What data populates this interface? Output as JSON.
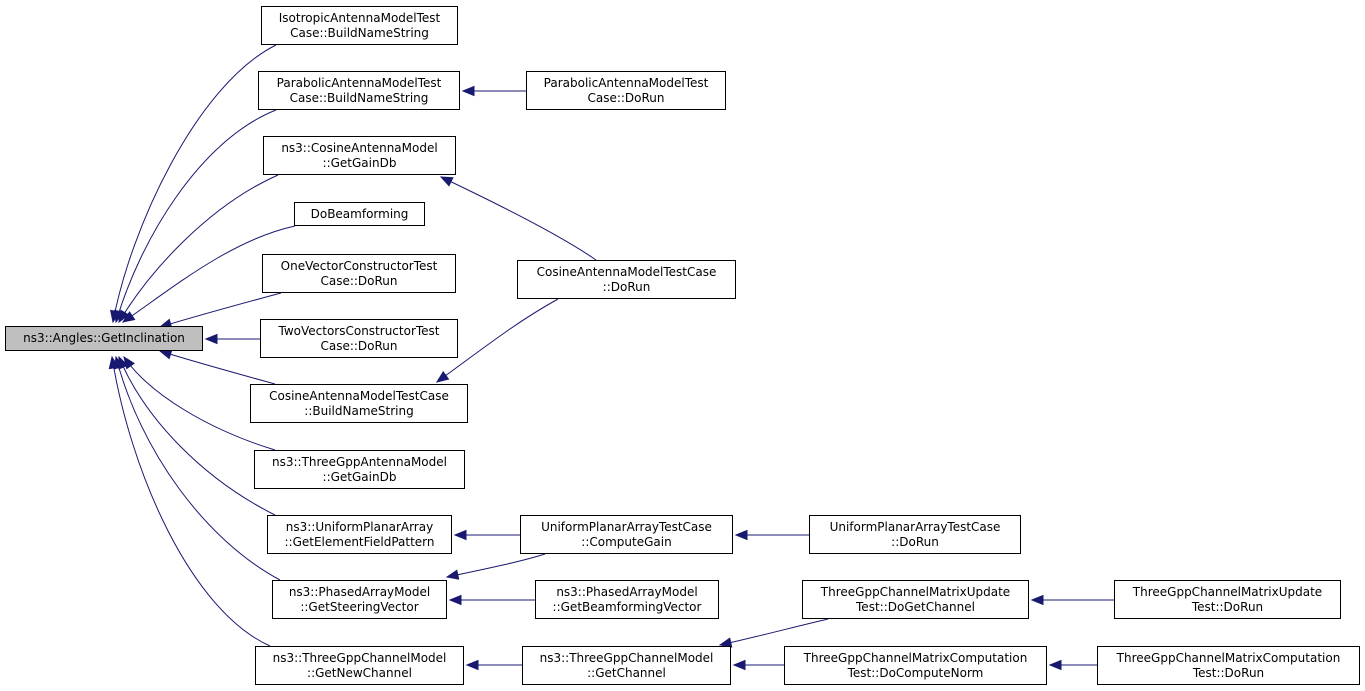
{
  "colors": {
    "edge": "#191970",
    "root_fill": "#bfbfbf",
    "node_border": "#000000"
  },
  "nodes": {
    "root": [
      "ns3::Angles::GetInclination"
    ],
    "iso_build": [
      "IsotropicAntennaModelTest",
      "Case::BuildNameString"
    ],
    "para_build": [
      "ParabolicAntennaModelTest",
      "Case::BuildNameString"
    ],
    "para_dorun": [
      "ParabolicAntennaModelTest",
      "Case::DoRun"
    ],
    "cos_gain": [
      "ns3::CosineAntennaModel",
      "::GetGainDb"
    ],
    "dobeam": [
      "DoBeamforming"
    ],
    "onevec": [
      "OneVectorConstructorTest",
      "Case::DoRun"
    ],
    "cos_dorun": [
      "CosineAntennaModelTestCase",
      "::DoRun"
    ],
    "twovec": [
      "TwoVectorsConstructorTest",
      "Case::DoRun"
    ],
    "cos_build": [
      "CosineAntennaModelTestCase",
      "::BuildNameString"
    ],
    "tgpp_gain": [
      "ns3::ThreeGppAntennaModel",
      "::GetGainDb"
    ],
    "upa_field": [
      "ns3::UniformPlanarArray",
      "::GetElementFieldPattern"
    ],
    "upa_compute": [
      "UniformPlanarArrayTestCase",
      "::ComputeGain"
    ],
    "upa_dorun": [
      "UniformPlanarArrayTestCase",
      "::DoRun"
    ],
    "pa_steer": [
      "ns3::PhasedArrayModel",
      "::GetSteeringVector"
    ],
    "pa_beam": [
      "ns3::PhasedArrayModel",
      "::GetBeamformingVector"
    ],
    "tgpp_newch": [
      "ns3::ThreeGppChannelModel",
      "::GetNewChannel"
    ],
    "tgpp_getch": [
      "ns3::ThreeGppChannelModel",
      "::GetChannel"
    ],
    "upd_getch": [
      "ThreeGppChannelMatrixUpdate",
      "Test::DoGetChannel"
    ],
    "upd_dorun": [
      "ThreeGppChannelMatrixUpdate",
      "Test::DoRun"
    ],
    "comp_norm": [
      "ThreeGppChannelMatrixComputation",
      "Test::DoComputeNorm"
    ],
    "comp_dorun": [
      "ThreeGppChannelMatrixComputation",
      "Test::DoRun"
    ]
  }
}
